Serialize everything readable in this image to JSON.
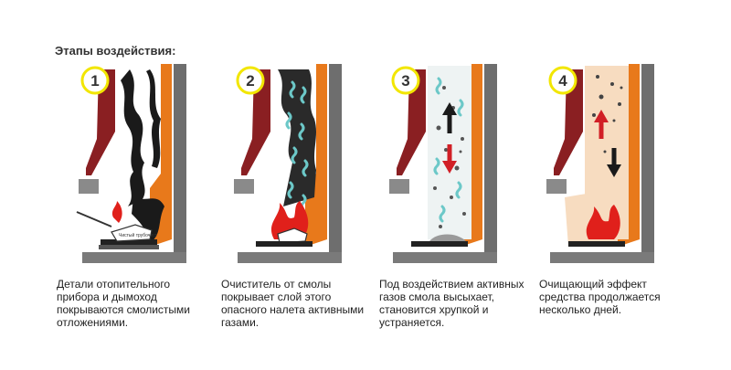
{
  "header": {
    "title": "Этапы воздействия:"
  },
  "stages": [
    {
      "number": "1",
      "caption": [
        "Детали отопительного",
        "прибора и дымоход",
        "покрываются смолистыми",
        "отложениями."
      ]
    },
    {
      "number": "2",
      "caption": [
        "Очиститель от смолы",
        "покрывает слой этого",
        "опасного налета активными",
        "газами."
      ]
    },
    {
      "number": "3",
      "caption": [
        "Под воздействием активных",
        "газов смола высыхает,",
        "становится хрупкой и",
        "устраняется."
      ]
    },
    {
      "number": "4",
      "caption": [
        "Очищающий эффект",
        "средства продолжается",
        "несколько дней."
      ]
    }
  ],
  "colors": {
    "brick": "#8a1f22",
    "orange": "#e8791b",
    "wall": "#6e6e6e",
    "badge": "#f2e600",
    "flame": "#e0201b",
    "gas": "#6cc8c8",
    "soot": "#1a1a1a",
    "residue": "#f7dcc0",
    "dark_arrow": "#1a1a1a"
  }
}
